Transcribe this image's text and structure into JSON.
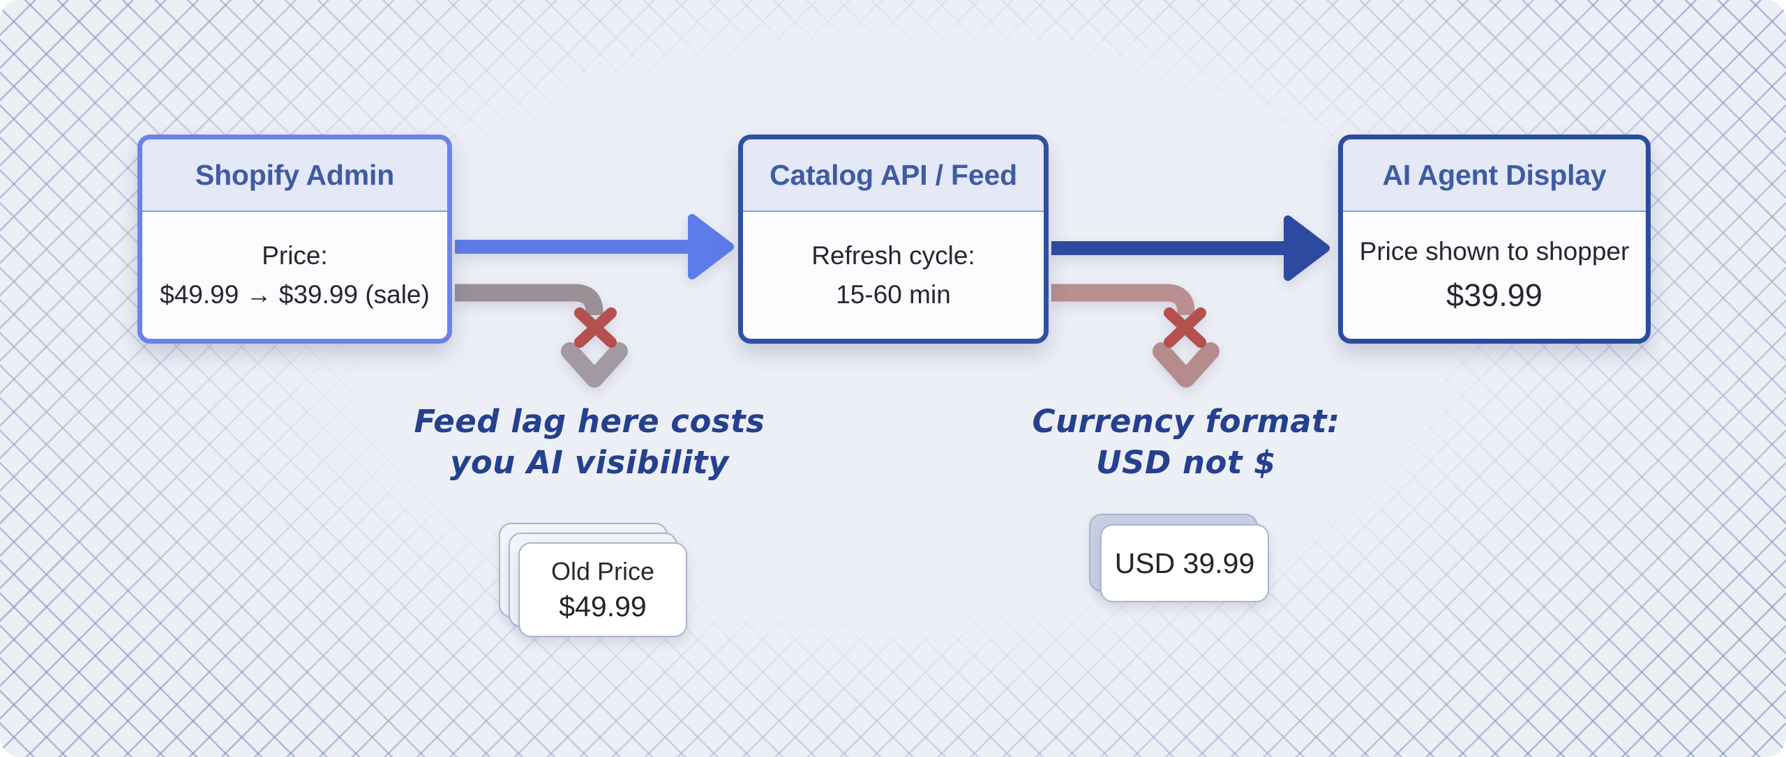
{
  "page": {
    "background": "#edeff6",
    "pattern_line_color": "#748ac0"
  },
  "nodes": [
    {
      "id": "shopify-admin",
      "title": "Shopify Admin",
      "body_line1": "Price:",
      "body_line2": "$49.99 → $39.99 (sale)"
    },
    {
      "id": "catalog-api-feed",
      "title": "Catalog API / Feed",
      "body_line1": "Refresh cycle:",
      "body_line2": "15-60 min"
    },
    {
      "id": "ai-agent-display",
      "title": "AI Agent Display",
      "body_line1": "Price shown to shopper",
      "body_line2": "$39.99"
    }
  ],
  "annotations": [
    {
      "text_line1": "Feed lag here costs",
      "text_line2": "you AI visibility"
    },
    {
      "text_line1": "Currency format:",
      "text_line2": "USD not $"
    }
  ],
  "cards": [
    {
      "line1": "Old Price",
      "line2": "$49.99",
      "stack_layers": 3
    },
    {
      "line1": "USD 39.99",
      "stack_layers": 2
    }
  ],
  "colors": {
    "flow_arrow_primary": "#5e7ce9",
    "flow_arrow_secondary": "#2c4ba0",
    "branch_taupe": "#9a9095",
    "branch_rose": "#b98f90",
    "error_x_red": "#b5504e",
    "annotation_ink": "#24408e",
    "node_border_light": "#6b84e6",
    "node_border_dark": "#30519f",
    "node_header_fill": "#e4e8f7",
    "node_title_ink": "#3e5ca3",
    "card_border": "#aab4d0"
  }
}
